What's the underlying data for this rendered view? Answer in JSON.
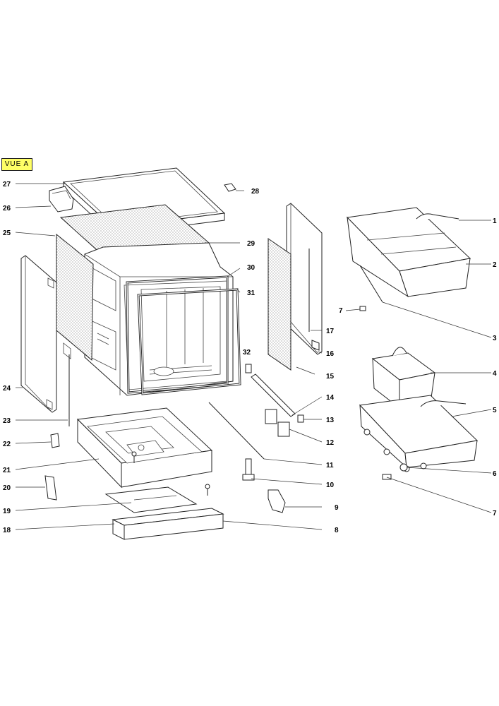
{
  "view_label": "VUE A",
  "callouts": {
    "c1": "1",
    "c2": "2",
    "c3": "3",
    "c4": "4",
    "c5": "5",
    "c6": "6",
    "c7a": "7",
    "c7b": "7",
    "c8": "8",
    "c9": "9",
    "c10": "10",
    "c11": "11",
    "c12": "12",
    "c13": "13",
    "c14": "14",
    "c15": "15",
    "c16": "16",
    "c17": "17",
    "c18": "18",
    "c19": "19",
    "c20": "20",
    "c21": "21",
    "c22": "22",
    "c23": "23",
    "c24": "24",
    "c25": "25",
    "c26": "26",
    "c27": "27",
    "c28": "28",
    "c29": "29",
    "c30": "30",
    "c31": "31",
    "c32": "32"
  }
}
